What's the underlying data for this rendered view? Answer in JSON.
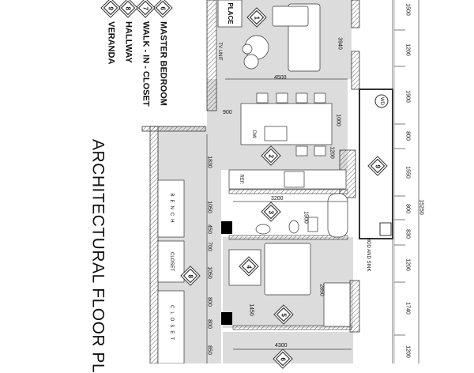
{
  "title": "ARCHITECTURAL FLOOR PL",
  "legend": [
    {
      "num": "6",
      "label": "MASTER BEDROOM"
    },
    {
      "num": "7",
      "label": "WALK - IN - CLOSET"
    },
    {
      "num": "8",
      "label": "HALLWAY"
    },
    {
      "num": "9",
      "label": "VERANDA"
    }
  ],
  "room_tags": [
    "1",
    "2",
    "3",
    "4",
    "5",
    "6",
    "8",
    "9"
  ],
  "fixture_labels": {
    "fireplace": "PLACE",
    "tv_unit": "TV UNIT",
    "dishwasher": "DW",
    "refrigerator": "REF.",
    "bench": "BENCH",
    "closet_1": "CLOSET",
    "closet_2": "CLOSET",
    "hod_and_sink": "HOD AND SINK",
    "washer_dryer": "WD"
  },
  "right_dimensions": [
    "1500",
    "1200",
    "1900",
    "800",
    "1550",
    "800",
    "830",
    "1200",
    "1740",
    "1200"
  ],
  "overall_dimension": "15250",
  "left_dimensions": [
    "1830",
    "1050",
    "450",
    "700",
    "1050",
    "800",
    "800",
    "850"
  ],
  "interior_dimensions": {
    "living_depth": "3940",
    "living_width": "4500",
    "island_clear": "900",
    "island_depth": "1000",
    "kitchen_clear": "1200",
    "bath_width": "3200",
    "bath_depth": "1500",
    "bed_clear": "1450",
    "bedroom_depth": "2850",
    "bedroom_width": "4300"
  }
}
